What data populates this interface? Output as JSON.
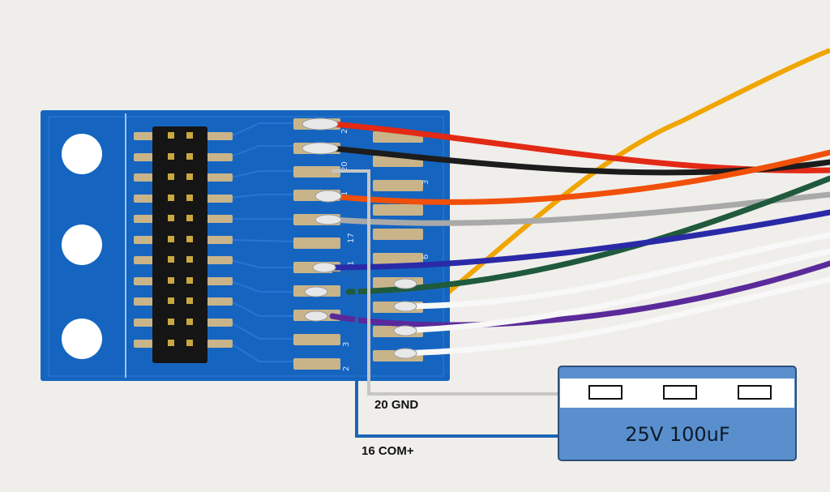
{
  "labels": {
    "gnd": "20 GND",
    "com": "16 COM+"
  },
  "capacitor": {
    "text": "25V 100uF"
  },
  "board_pin_numbers": [
    "2",
    "20",
    "1",
    "17",
    "1",
    "3",
    "6",
    "3",
    "2"
  ],
  "colors": {
    "background": "#f0eeea",
    "pcb": "#1565c0",
    "pad": "#c9b48a",
    "capacitor_fill": "#5a8fcd",
    "capacitor_border": "#2d4f7a",
    "wire_gnd": "#c6c6c6",
    "wire_com": "#1a66b5",
    "wire_red": "#e22a15",
    "wire_black": "#1c1c1c",
    "wire_orange": "#f0500a",
    "wire_gray": "#a9a9a9",
    "wire_yellow": "#f0a500",
    "wire_blue": "#2a2aa8",
    "wire_green": "#1f5a3c",
    "wire_white": "#f8f8f8",
    "wire_purple": "#5a2a9a"
  }
}
